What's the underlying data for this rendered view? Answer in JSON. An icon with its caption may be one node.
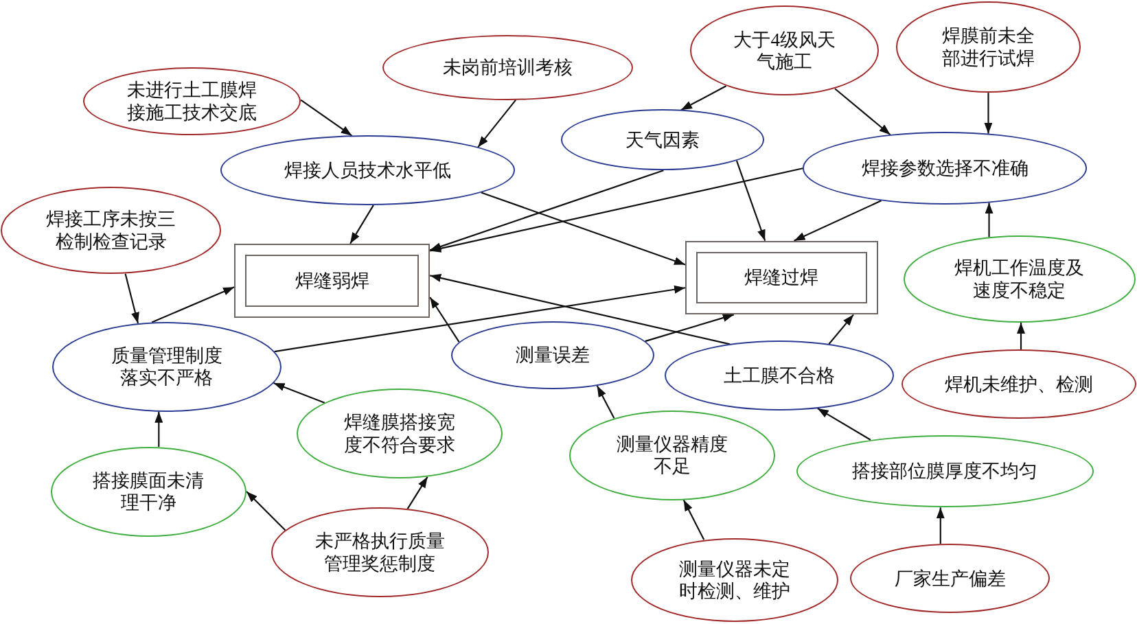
{
  "diagram": {
    "nodes": [
      {
        "text": [
          "未进行土工膜焊接施工技术交底"
        ]
      },
      {
        "text": [
          "未岗前培训考核"
        ]
      },
      {
        "text": [
          "大于4级风天气施工"
        ]
      },
      {
        "text": [
          "焊膜前未全部进行试焊"
        ]
      },
      {
        "text": [
          "天气因素"
        ]
      },
      {
        "text": [
          "焊接人员技术水平低"
        ]
      },
      {
        "text": [
          "焊接参数选择不准确"
        ]
      },
      {
        "text": [
          "焊接工序未按三检制检查记录"
        ]
      },
      {
        "text": [
          "焊缝弱焊"
        ]
      },
      {
        "text": [
          "焊缝过焊"
        ]
      },
      {
        "text": [
          "焊机工作温度及速度不稳定"
        ]
      },
      {
        "text": [
          "质量管理制度落实不严格"
        ]
      },
      {
        "text": [
          "测量误差"
        ]
      },
      {
        "text": [
          "土工膜不合格"
        ]
      },
      {
        "text": [
          "焊机未维护、检测"
        ]
      },
      {
        "text": [
          "焊缝膜搭接宽度不符合要求"
        ]
      },
      {
        "text": [
          "测量仪器精度不足"
        ]
      },
      {
        "text": [
          "搭接部位膜厚度不均匀"
        ]
      },
      {
        "text": [
          "搭接膜面未清理干净"
        ]
      },
      {
        "text": [
          "未严格执行质量管理奖惩制度"
        ]
      },
      {
        "text": [
          "测量仪器未定时检测、维护"
        ]
      },
      {
        "text": [
          "厂家生产偏差"
        ]
      }
    ],
    "edges": [
      {
        "from": 0,
        "to": 5,
        "arrow": "to"
      },
      {
        "from": 1,
        "to": 5,
        "arrow": "to"
      },
      {
        "from": 2,
        "to": 4,
        "arrow": "to"
      },
      {
        "from": 2,
        "to": 6,
        "arrow": "to"
      },
      {
        "from": 3,
        "to": 6,
        "arrow": "to"
      },
      {
        "from": 5,
        "to": 8,
        "arrow": "to"
      },
      {
        "from": 5,
        "to": 9,
        "arrow": "to"
      },
      {
        "from": 4,
        "to": 8,
        "arrow": "to"
      },
      {
        "from": 4,
        "to": 9,
        "arrow": "to"
      },
      {
        "from": 6,
        "to": 8,
        "arrow": "to"
      },
      {
        "from": 6,
        "to": 9,
        "arrow": "to"
      },
      {
        "from": 7,
        "to": 11,
        "arrow": "to"
      },
      {
        "from": 11,
        "to": 8,
        "arrow": "to"
      },
      {
        "from": 11,
        "to": 9,
        "arrow": "to"
      },
      {
        "from": 12,
        "to": 8,
        "arrow": "to"
      },
      {
        "from": 12,
        "to": 9,
        "arrow": "to"
      },
      {
        "from": 13,
        "to": 8,
        "arrow": "to"
      },
      {
        "from": 13,
        "to": 9,
        "arrow": "to"
      },
      {
        "from": 10,
        "to": 6,
        "arrow": "to"
      },
      {
        "from": 14,
        "to": 10,
        "arrow": "to"
      },
      {
        "from": 15,
        "to": 11,
        "arrow": "to"
      },
      {
        "from": 18,
        "to": 11,
        "arrow": "to"
      },
      {
        "from": 19,
        "to": 18,
        "arrow": "to"
      },
      {
        "from": 19,
        "to": 15,
        "arrow": "to"
      },
      {
        "from": 16,
        "to": 12,
        "arrow": "to"
      },
      {
        "from": 20,
        "to": 16,
        "arrow": "to"
      },
      {
        "from": 17,
        "to": 13,
        "arrow": "to"
      },
      {
        "from": 21,
        "to": 17,
        "arrow": "to"
      }
    ]
  }
}
